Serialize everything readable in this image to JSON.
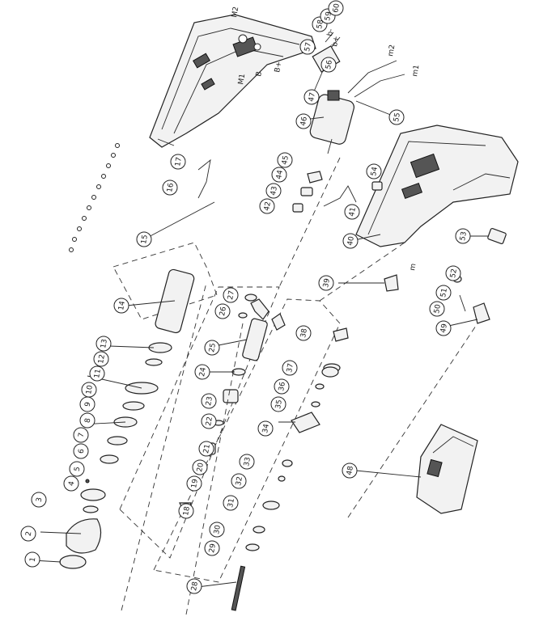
{
  "title": "",
  "wire_labels": [
    "M2",
    "M1",
    "B",
    "B+",
    "b-",
    "b+",
    "m2",
    "m1",
    "m"
  ],
  "callouts": [
    "1",
    "2",
    "3",
    "4",
    "5",
    "6",
    "7",
    "8",
    "9",
    "10",
    "11",
    "12",
    "13",
    "14",
    "15",
    "16",
    "17",
    "18",
    "19",
    "20",
    "21",
    "22",
    "23",
    "24",
    "25",
    "26",
    "27",
    "28",
    "29",
    "30",
    "31",
    "32",
    "33",
    "34",
    "35",
    "36",
    "37",
    "38",
    "39",
    "40",
    "41",
    "42",
    "43",
    "44",
    "45",
    "46",
    "47",
    "48",
    "49",
    "50",
    "51",
    "52",
    "53",
    "54",
    "55",
    "56",
    "57",
    "58",
    "59",
    "60"
  ]
}
